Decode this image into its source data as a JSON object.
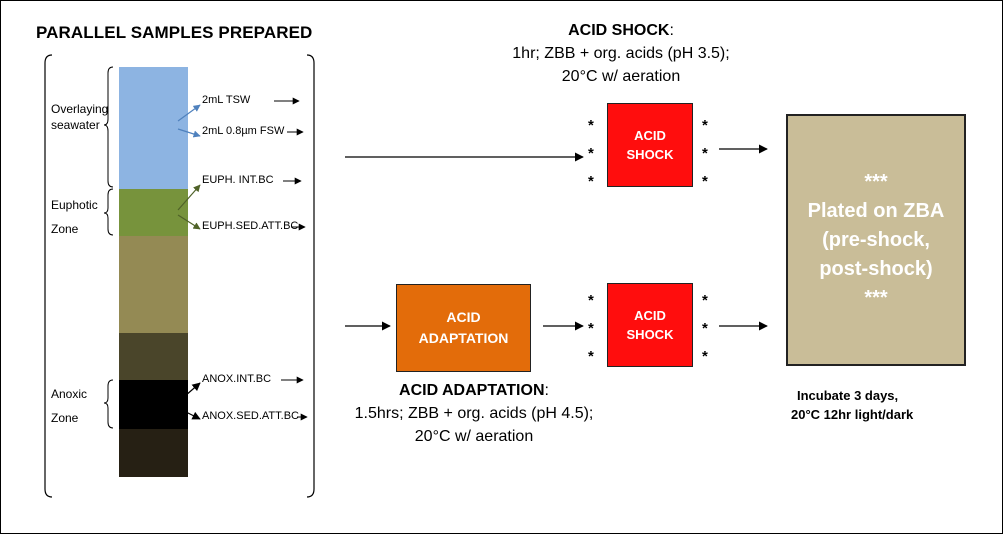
{
  "title": "PARALLEL SAMPLES PREPARED",
  "column_colors": {
    "seawater": "#8db4e2",
    "euphotic": "#77933c",
    "sediment": "#948a54",
    "dark_sediment": "#4a452a",
    "anoxic": "#000000",
    "deep": "#262014"
  },
  "zones": {
    "seawater": [
      "Overlaying",
      "seawater"
    ],
    "euphotic": [
      "Euphotic",
      "Zone"
    ],
    "anoxic": [
      "Anoxic",
      "Zone"
    ]
  },
  "samples": {
    "tsw": "2mL TSW",
    "fsw": "2mL 0.8µm FSW",
    "euph_int": "EUPH. INT.BC",
    "euph_sed": "EUPH.SED.ATT.BC",
    "anox_int": "ANOX.INT.BC",
    "anox_sed": "ANOX.SED.ATT.BC"
  },
  "acid_shock_desc": {
    "heading": "ACID SHOCK",
    "colon": ":",
    "line1": "1hr; ZBB + org. acids (pH 3.5);",
    "line2": "20°C w/ aeration"
  },
  "acid_shock_box": {
    "line1": "ACID",
    "line2": "SHOCK",
    "color": "#ff0d0d"
  },
  "acid_adaptation_box": {
    "line1": "ACID",
    "line2": "ADAPTATION",
    "color": "#e36c0a"
  },
  "acid_adaptation_desc": {
    "heading": "ACID ADAPTATION",
    "colon": ":",
    "line1": "1.5hrs; ZBB + org. acids (pH 4.5);",
    "line2": "20°C w/ aeration"
  },
  "plated_box": {
    "stars": "***",
    "line1": "Plated on ZBA",
    "line2": "(pre-shock,",
    "line3": "post-shock)",
    "color": "#c9bd98"
  },
  "star": "*",
  "incubation": {
    "line1": "Incubate 3 days,",
    "line2": "20°C 12hr light/dark"
  }
}
